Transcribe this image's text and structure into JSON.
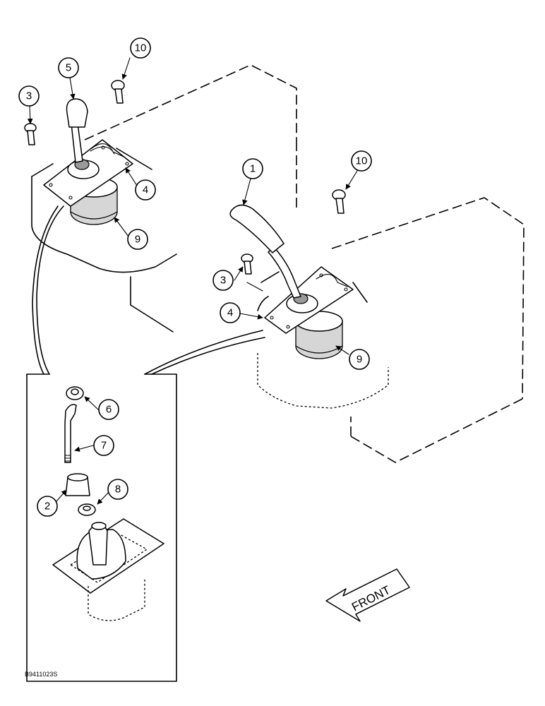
{
  "callouts": {
    "c10a": "10",
    "c5": "5",
    "c3a": "3",
    "c4a": "4",
    "c9a": "9",
    "c1": "1",
    "c10b": "10",
    "c3b": "3",
    "c4b": "4",
    "c9b": "9",
    "c6": "6",
    "c7": "7",
    "c2": "2",
    "c8": "8"
  },
  "front_label": "FRONT",
  "figure_code": "B9411023S"
}
